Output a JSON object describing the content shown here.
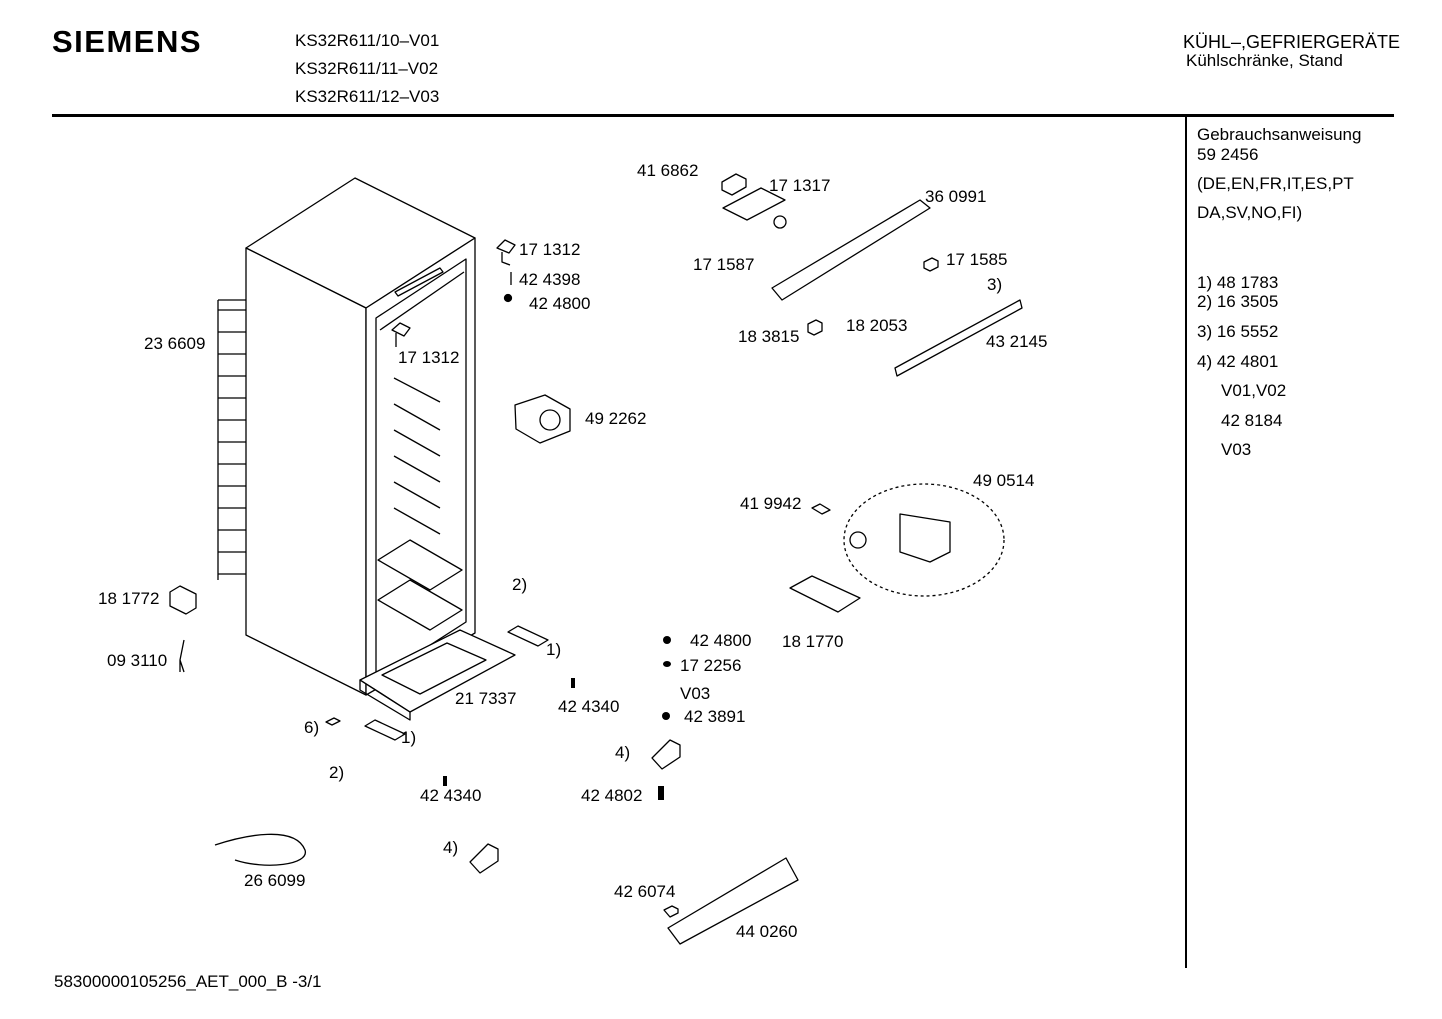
{
  "header": {
    "brand": "SIEMENS",
    "models": [
      "KS32R611/10–V01",
      "KS32R611/11–V02",
      "KS32R611/12–V03"
    ],
    "category": "KÜHL–,GEFRIERGERÄTE",
    "subcategory": "Kühlschränke, Stand"
  },
  "sidebar": {
    "manual_title": "Gebrauchsanweisung",
    "manual_number": "59 2456",
    "languages_1": "(DE,EN,FR,IT,ES,PT",
    "languages_2": "DA,SV,NO,FI)",
    "notes": [
      "1) 48 1783",
      "2) 16 3505",
      "3) 16 5552",
      "4) 42 4801",
      "V01,V02",
      "42 8184",
      "V03"
    ]
  },
  "parts": {
    "p416862": "41 6862",
    "p171317": "17 1317",
    "p360991": "36 0991",
    "p171312a": "17 1312",
    "p424398": "42 4398",
    "p424800a": "42 4800",
    "p171587": "17 1587",
    "p171585": "17 1585",
    "c3": "3)",
    "p236609": "23 6609",
    "p183815": "18 3815",
    "p182053": "18 2053",
    "p432145": "43 2145",
    "p171312b": "17 1312",
    "p492262": "49 2262",
    "p490514": "49 0514",
    "p419942": "41 9942",
    "p181772": "18 1772",
    "c2a": "2)",
    "c1a": "1)",
    "p181770": "18 1770",
    "p424800b": "42 4800",
    "p093110": "09 3110",
    "p172256": "17 2256",
    "v03": "V03",
    "p217337": "21 7337",
    "p424340a": "42 4340",
    "p423891": "42 3891",
    "c6": "6)",
    "c1b": "1)",
    "c4a": "4)",
    "c2b": "2)",
    "p424340b": "42 4340",
    "p424802": "42 4802",
    "c4b": "4)",
    "p266099": "26 6099",
    "p426074": "42 6074",
    "p440260": "44 0260"
  },
  "footer": {
    "doc_id": "58300000105256_AET_000_B  -3/1"
  }
}
